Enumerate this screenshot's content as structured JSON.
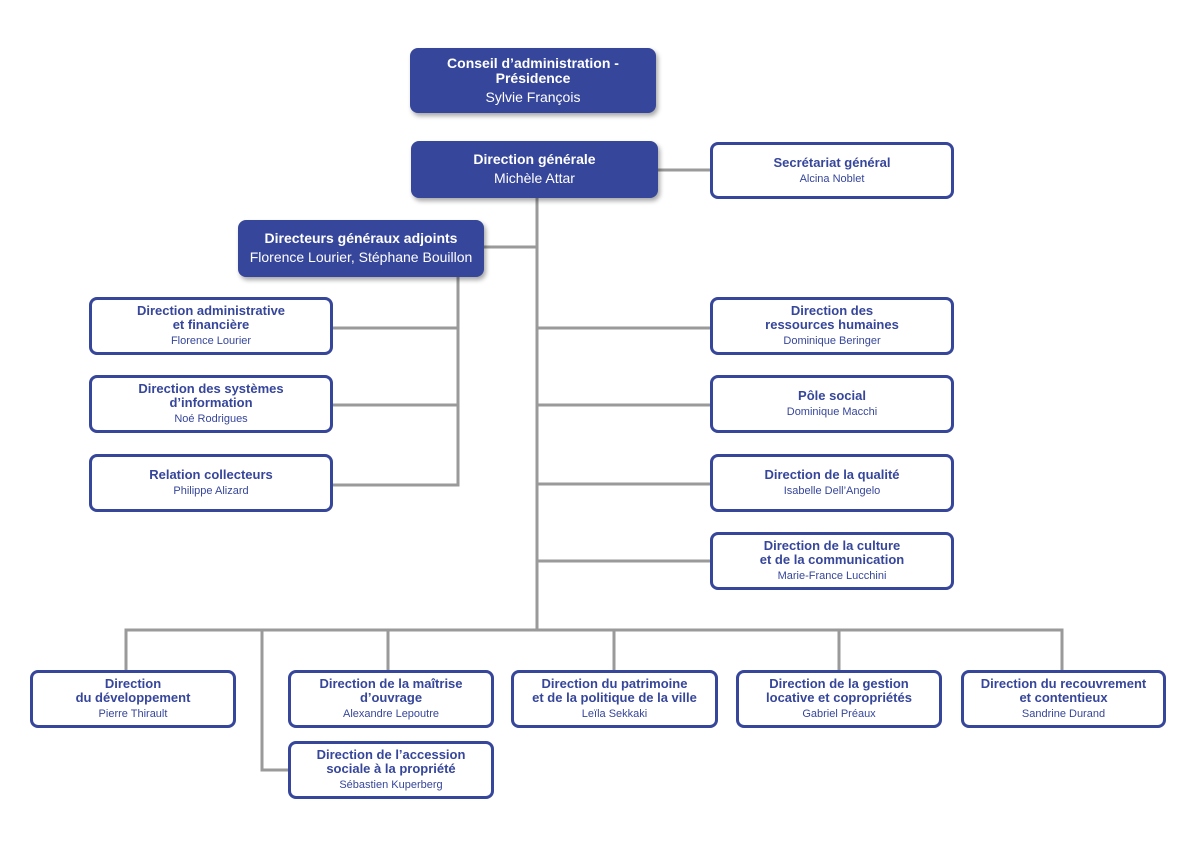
{
  "chart": {
    "board": {
      "title": "Conseil d’administration -\nPrésidence",
      "name": "Sylvie François"
    },
    "dg": {
      "title": "Direction générale",
      "name": "Michèle Attar"
    },
    "sg": {
      "title": "Secrétariat général",
      "name": "Alcina Noblet"
    },
    "dga": {
      "title": "Directeurs généraux adjoints",
      "name": "Florence Lourier, Stéphane Bouillon"
    },
    "daf": {
      "title": "Direction administrative\net financière",
      "name": "Florence Lourier"
    },
    "dsi": {
      "title": "Direction des systèmes\nd’information",
      "name": "Noé Rodrigues"
    },
    "rc": {
      "title": "Relation collecteurs",
      "name": "Philippe Alizard"
    },
    "drh": {
      "title": "Direction des\nressources humaines",
      "name": "Dominique Beringer"
    },
    "ps": {
      "title": "Pôle social",
      "name": "Dominique Macchi"
    },
    "dq": {
      "title": "Direction de la qualité",
      "name": "Isabelle Dell’Angelo"
    },
    "dcc": {
      "title": "Direction de la culture\net de la communication",
      "name": "Marie-France Lucchini"
    },
    "dd": {
      "title": "Direction\ndu développement",
      "name": "Pierre Thirault"
    },
    "dmo": {
      "title": "Direction de la maîtrise\nd’ouvrage",
      "name": "Alexandre Lepoutre"
    },
    "dpv": {
      "title": "Direction du patrimoine\net de la politique de la ville",
      "name": "Leïla Sekkaki"
    },
    "dglc": {
      "title": "Direction de la gestion\nlocative et copropriétés",
      "name": "Gabriel Préaux"
    },
    "drc": {
      "title": "Direction du recouvrement\net contentieux",
      "name": "Sandrine Durand"
    },
    "dasp": {
      "title": "Direction de l’accession\nsociale à la propriété",
      "name": "Sébastien Kuperberg"
    }
  },
  "colors": {
    "navy": "#36469a",
    "connector": "#9a9a9a",
    "background": "#ffffff"
  }
}
